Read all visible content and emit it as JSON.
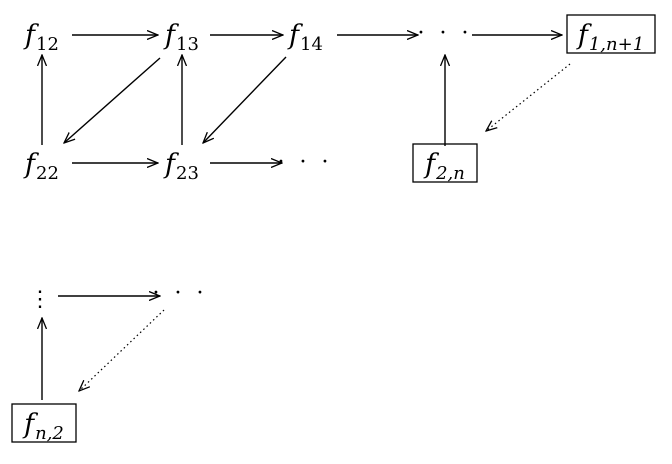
{
  "nodes": [
    {
      "id": "f12",
      "main": "f",
      "sub": "12"
    },
    {
      "id": "f13",
      "main": "f",
      "sub": "13"
    },
    {
      "id": "f14",
      "main": "f",
      "sub": "14"
    },
    {
      "id": "dots-top",
      "text": "· · ·"
    },
    {
      "id": "f1n1",
      "main": "f",
      "sub": "1,n+1",
      "boxed": true
    },
    {
      "id": "f22",
      "main": "f",
      "sub": "22"
    },
    {
      "id": "f23",
      "main": "f",
      "sub": "23"
    },
    {
      "id": "dots-mid",
      "text": "· · ·"
    },
    {
      "id": "f2n",
      "main": "f",
      "sub": "2,n",
      "boxed": true
    },
    {
      "id": "vdots",
      "text": "⋮"
    },
    {
      "id": "dots-bottom",
      "text": "· · ·"
    },
    {
      "id": "fn2",
      "main": "f",
      "sub": "n,2",
      "boxed": true
    }
  ],
  "edges": [
    {
      "from": "f12",
      "to": "f13",
      "style": "solid"
    },
    {
      "from": "f13",
      "to": "f14",
      "style": "solid"
    },
    {
      "from": "f14",
      "to": "dots-top",
      "style": "solid"
    },
    {
      "from": "dots-top",
      "to": "f1n1",
      "style": "solid"
    },
    {
      "from": "f22",
      "to": "f12",
      "style": "solid"
    },
    {
      "from": "f23",
      "to": "f13",
      "style": "solid"
    },
    {
      "from": "f13",
      "to": "f22",
      "style": "solid"
    },
    {
      "from": "f14",
      "to": "f23",
      "style": "solid"
    },
    {
      "from": "f22",
      "to": "f23",
      "style": "solid"
    },
    {
      "from": "f23",
      "to": "dots-mid",
      "style": "solid"
    },
    {
      "from": "f2n",
      "to": "dots-top",
      "style": "solid"
    },
    {
      "from": "f1n1",
      "to": "f2n",
      "style": "dotted"
    },
    {
      "from": "vdots",
      "to": "dots-bottom",
      "style": "solid"
    },
    {
      "from": "fn2",
      "to": "vdots",
      "style": "solid"
    },
    {
      "from": "dots-bottom",
      "to": "fn2",
      "style": "dotted"
    }
  ]
}
